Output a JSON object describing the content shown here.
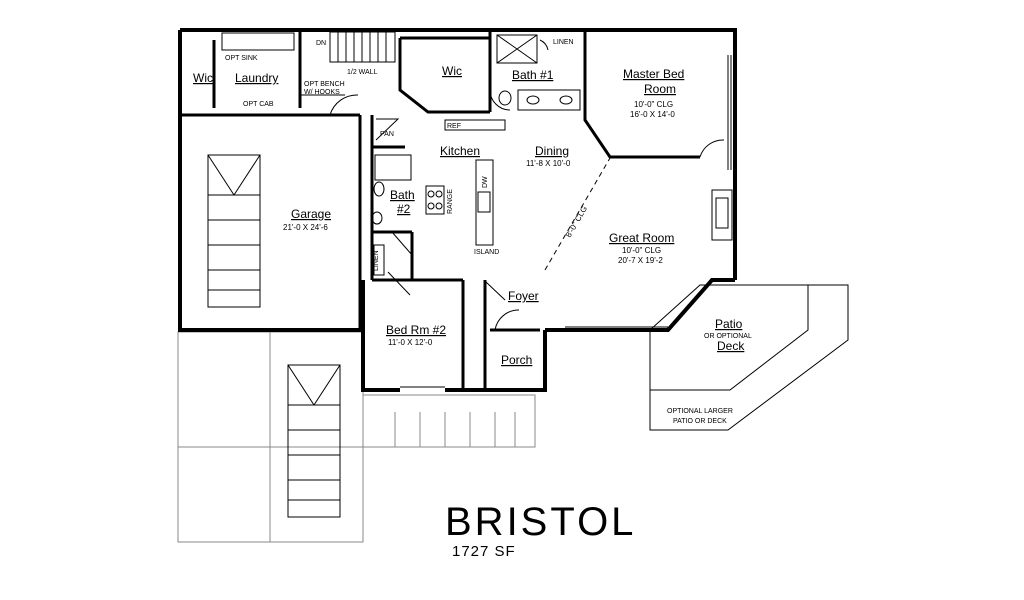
{
  "plan": {
    "name": "BRISTOL",
    "square_feet": "1727  SF",
    "rooms": {
      "wic_left": "Wic",
      "laundry": "Laundry",
      "opt_sink": "OPT SINK",
      "opt_cab": "OPT CAB",
      "dn": "DN",
      "half_wall": "1/2 WALL",
      "opt_bench": "OPT BENCH",
      "opt_bench2": "W/ HOOKS",
      "wic_master": "Wic",
      "bath1": "Bath #1",
      "linen_top": "LINEN",
      "master_bed_1": "Master Bed",
      "master_bed_2": "Room",
      "master_clg": "10'-0\" CLG",
      "master_dim": "16'-0 X 14'-0",
      "pan": "PAN",
      "ref": "REF",
      "kitchen": "Kitchen",
      "dining": "Dining",
      "dining_dim": "11'-8 X 10'-0",
      "bath2_1": "Bath",
      "bath2_2": "#2",
      "range": "RANGE",
      "dw": "DW",
      "island": "ISLAND",
      "clg_diag": "8'-0\" CLG",
      "great_room": "Great Room",
      "great_clg": "10'-0\" CLG",
      "great_dim": "20'-7 X 19'-2",
      "garage": "Garage",
      "garage_dim": "21'-0 X 24'-6",
      "linen_side": "LINEN",
      "foyer": "Foyer",
      "bed2": "Bed Rm #2",
      "bed2_dim": "11'-0 X 12'-0",
      "porch": "Porch",
      "patio": "Patio",
      "patio_opt": "OR OPTIONAL",
      "deck": "Deck",
      "opt_larger_1": "OPTIONAL LARGER",
      "opt_larger_2": "PATIO OR DECK"
    }
  }
}
